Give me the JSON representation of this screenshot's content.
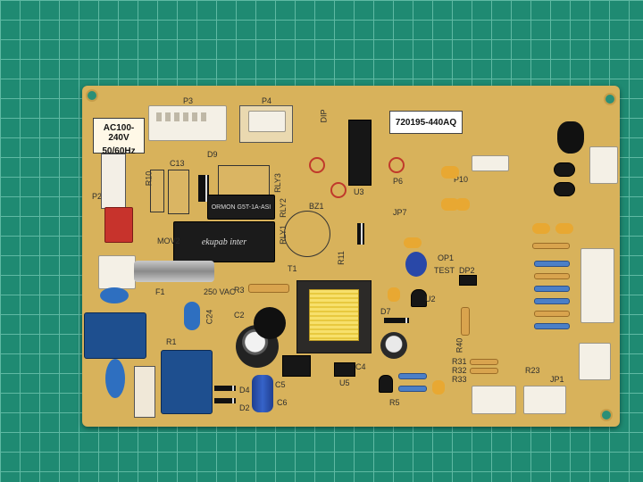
{
  "board": {
    "ac_label_line1": "AC100-240V",
    "ac_label_line2": "50/60Hz",
    "model_label": "720195-440AQ",
    "relay_print": "ekupab inter",
    "relay_small_text": "ORMON G5T-1A-ASI"
  },
  "silk": {
    "p3": "P3",
    "p4": "P4",
    "p2": "P2",
    "p10": "P10",
    "p6": "P6",
    "dip": "DIP",
    "r10": "R10",
    "c13": "C13",
    "d9": "D9",
    "rly3": "RLY3",
    "rly2": "RLY2",
    "rly1": "RLY1",
    "u3": "U3",
    "bz1": "BZ1",
    "jp7": "JP7",
    "t1": "T1",
    "mov2": "MOV2",
    "r3": "R3",
    "c2": "C2",
    "c24": "C24",
    "f1": "F1",
    "f1_rating": "250 VAC",
    "c4": "C4",
    "c5": "C5",
    "c6": "C6",
    "d2": "D2",
    "d4": "D4",
    "d7": "D7",
    "u2": "U2",
    "u5": "U5",
    "op1": "OP1",
    "test": "TEST",
    "dp2": "DP2",
    "r31": "R31",
    "r32": "R32",
    "r33": "R33",
    "r11": "R11",
    "r40": "R40",
    "r5": "R5",
    "r1": "R1",
    "r23": "R23",
    "jp1": "JP1"
  }
}
